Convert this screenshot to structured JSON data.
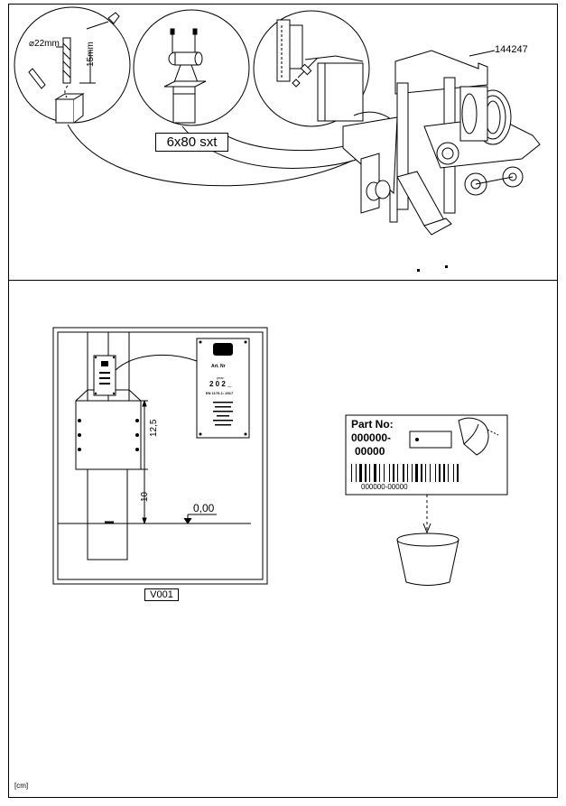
{
  "top_panel": {
    "part_ref": "144247",
    "drill_diameter": "22mm",
    "drill_depth": "15mm",
    "screw_spec": "6x80 sxt"
  },
  "bottom_panel": {
    "post_diagram": {
      "dim_upper": "12,5",
      "dim_lower": "10",
      "ground_level": "0,00",
      "code": "V001",
      "plate": {
        "art_label": "Art. Nr",
        "year_label": "year",
        "year_value": "2 0 2 _",
        "standard": "EN 1176-1: 2017"
      }
    },
    "part_label": {
      "title": "Part No:",
      "number_line1": "000000-",
      "number_line2": "00000",
      "barcode_text": "000000-00000"
    }
  },
  "footer": {
    "unit": "[cm]"
  }
}
